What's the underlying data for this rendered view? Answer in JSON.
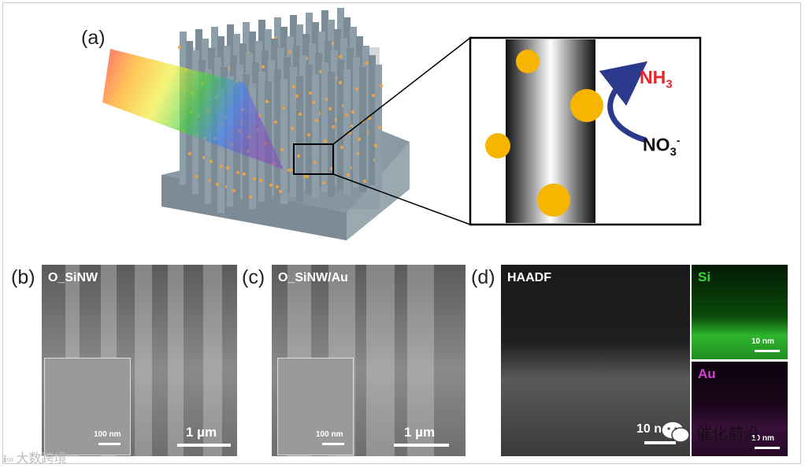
{
  "panel_labels": {
    "a": "(a)",
    "b": "(b)",
    "c": "(c)",
    "d": "(d)"
  },
  "zoom": {
    "product": "NH",
    "product_sub": "3",
    "reactant": "NO",
    "reactant_sub": "3",
    "reactant_sup": "-"
  },
  "sem_b": {
    "title": "O_SiNW",
    "scale_main": "1 µm",
    "scale_inset": "100 nm"
  },
  "sem_c": {
    "title": "O_SiNW/Au",
    "scale_main": "1 µm",
    "scale_inset": "100 nm"
  },
  "eds_d": {
    "haadf_title": "HAADF",
    "haadf_scale": "10 n",
    "si_label": "Si",
    "si_scale": "10 nm",
    "au_label": "Au",
    "au_scale": "10 nm"
  },
  "watermark_left": "大数跨境",
  "watermark_right": "催化前沿",
  "colors": {
    "nh3": "#e8262a",
    "arrow": "#2b3a8c",
    "au_particle": "#f7b500",
    "si_green": "#3bd43b",
    "au_magenta": "#d63fd6"
  }
}
